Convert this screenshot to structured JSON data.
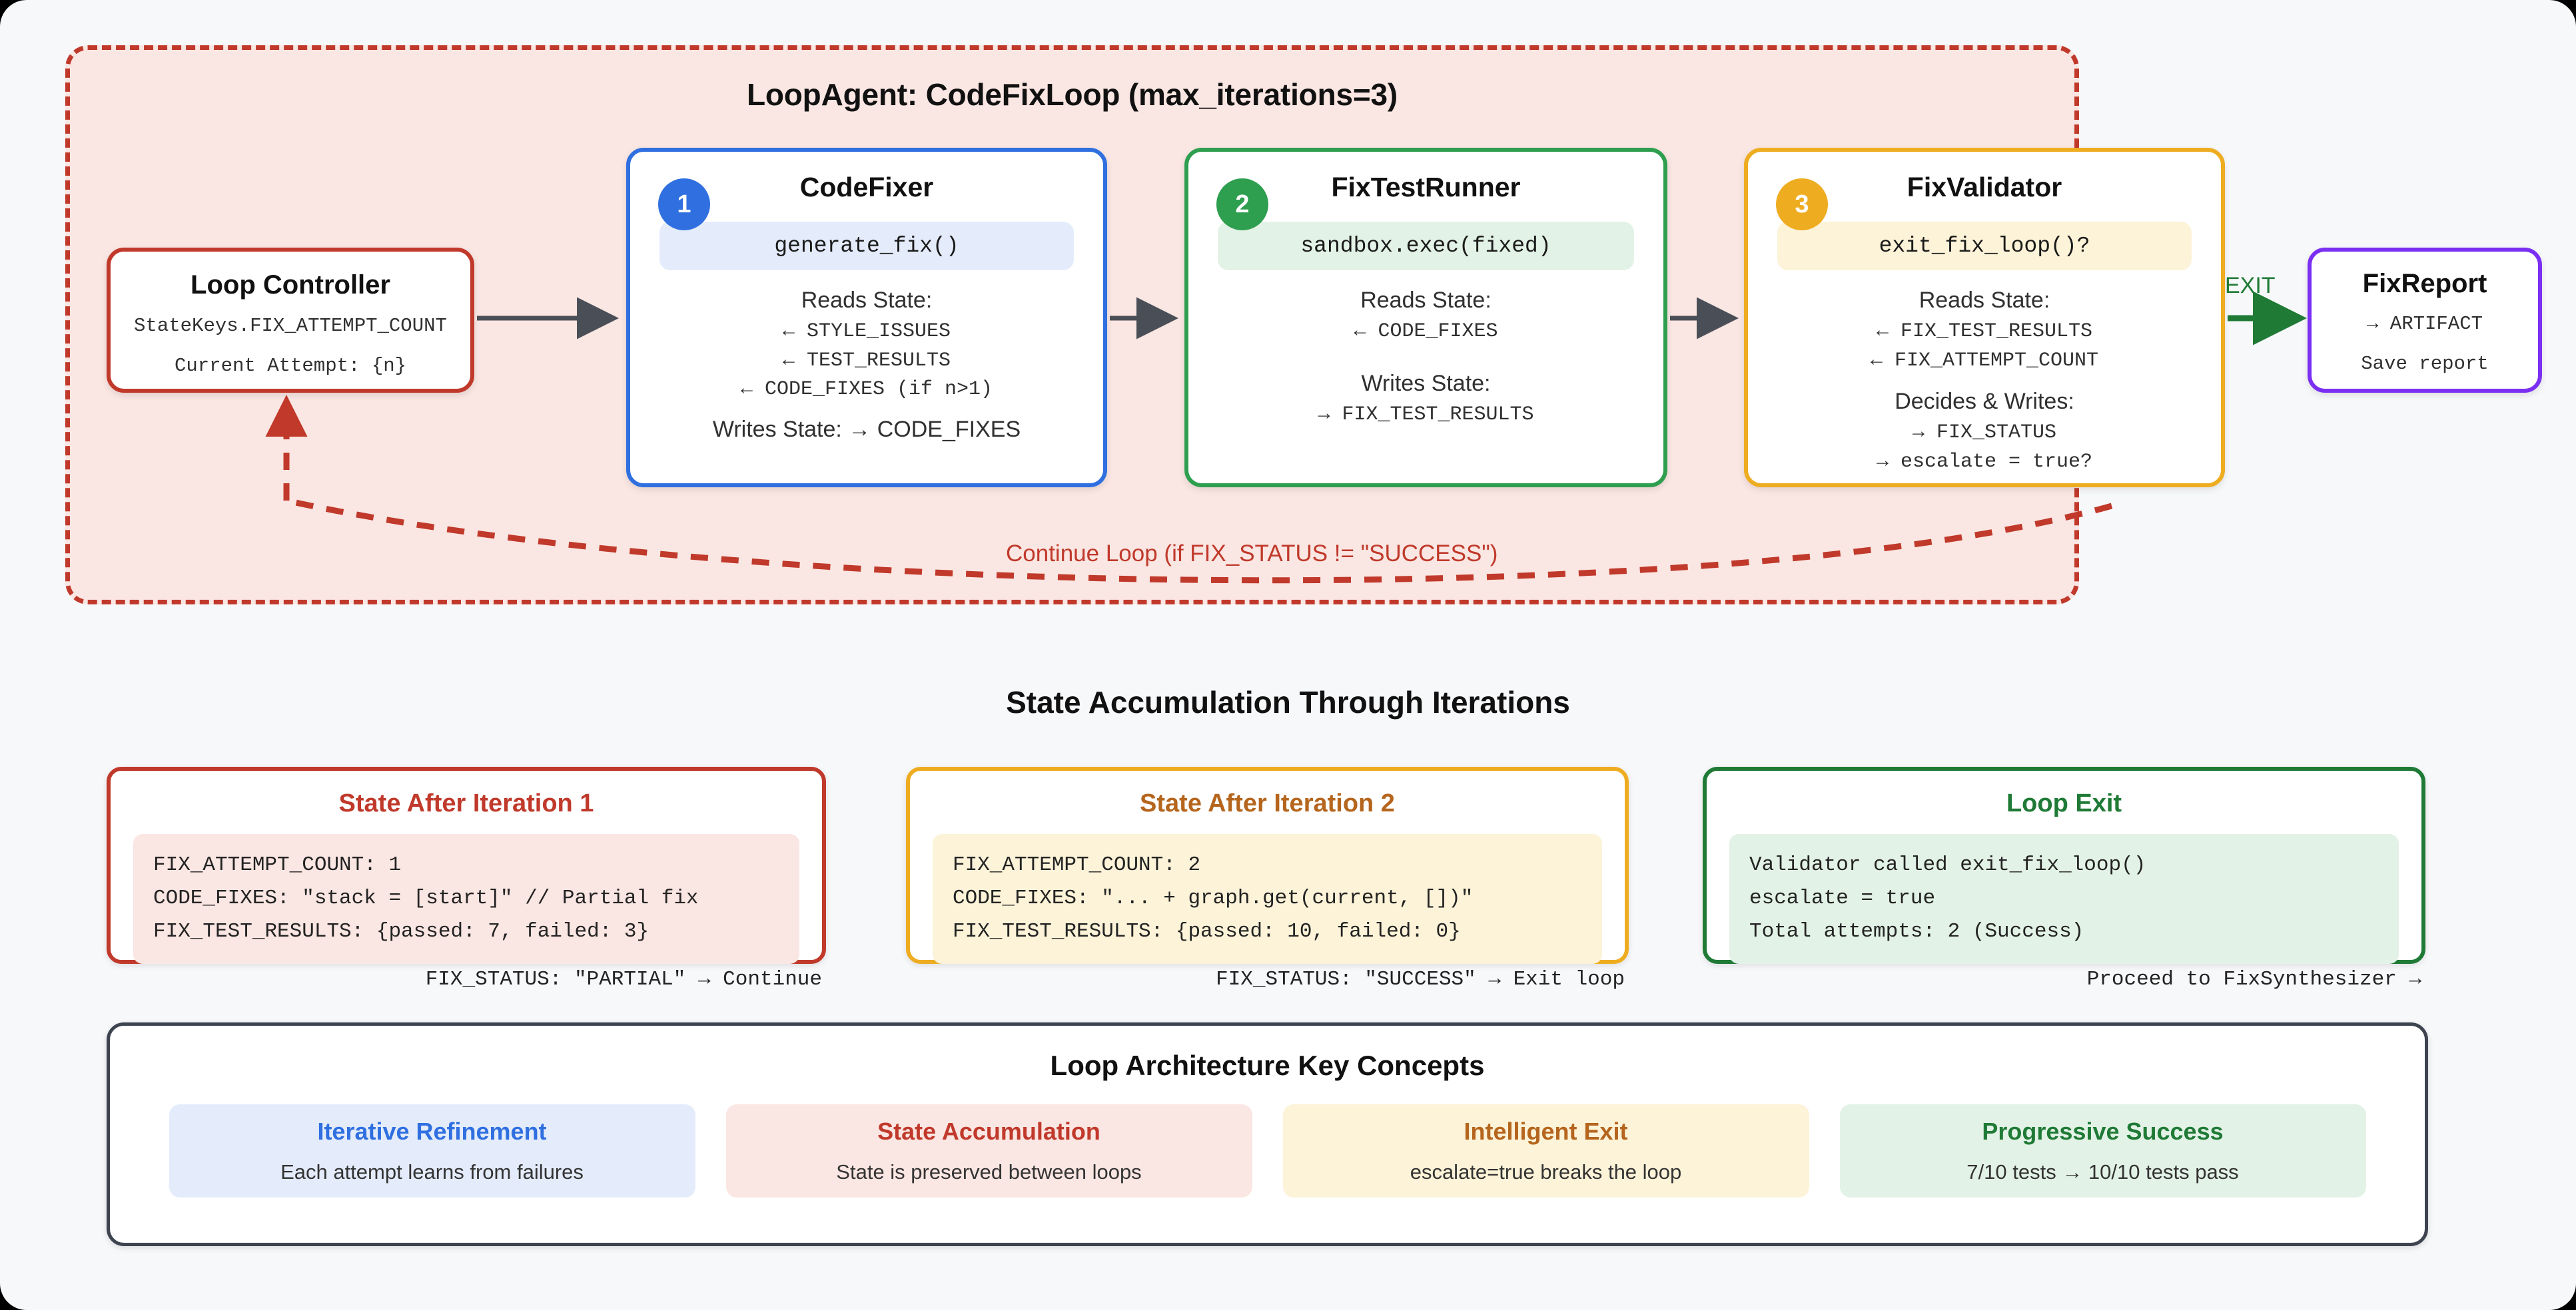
{
  "loop": {
    "title": "LoopAgent: CodeFixLoop (max_iterations=3)",
    "border_color": "#c0392b",
    "fill_color": "#fae6e2"
  },
  "controller": {
    "title": "Loop Controller",
    "line1": "StateKeys.FIX_ATTEMPT_COUNT",
    "line2": "Current Attempt: {n}",
    "color": "#c0392b"
  },
  "agents": [
    {
      "badge": "1",
      "title": "CodeFixer",
      "chip": "generate_fix()",
      "reads_label": "Reads State:",
      "reads": [
        "← STYLE_ISSUES",
        "← TEST_RESULTS",
        "← CODE_FIXES (if n>1)"
      ],
      "writes_inline": "Writes State: → CODE_FIXES",
      "writes_label": "",
      "writes": [],
      "color": "#2f6fe0"
    },
    {
      "badge": "2",
      "title": "FixTestRunner",
      "chip": "sandbox.exec(fixed)",
      "reads_label": "Reads State:",
      "reads": [
        "← CODE_FIXES"
      ],
      "writes_inline": "",
      "writes_label": "Writes State:",
      "writes": [
        "→ FIX_TEST_RESULTS"
      ],
      "color": "#2e9e4f"
    },
    {
      "badge": "3",
      "title": "FixValidator",
      "chip": "exit_fix_loop()?",
      "reads_label": "Reads State:",
      "reads": [
        "← FIX_TEST_RESULTS",
        "← FIX_ATTEMPT_COUNT"
      ],
      "writes_inline": "",
      "writes_label": "Decides & Writes:",
      "writes": [
        "→ FIX_STATUS",
        "→ escalate = true?"
      ],
      "color": "#eeac20"
    }
  ],
  "report": {
    "title": "FixReport",
    "line1": "→ ARTIFACT",
    "line2": "Save report",
    "color": "#7b2ff2"
  },
  "edges": {
    "exit_label": "EXIT",
    "exit_color": "#1f7a36",
    "continue_label": "Continue Loop (if FIX_STATUS != \"SUCCESS\")",
    "continue_color": "#c0392b",
    "arrow_color": "#4a4f57"
  },
  "section_heading": "State Accumulation Through Iterations",
  "state_cards": [
    {
      "title": "State After Iteration 1",
      "lines": [
        "FIX_ATTEMPT_COUNT: 1",
        "CODE_FIXES: \"stack = [start]\" // Partial fix",
        "FIX_TEST_RESULTS: {passed: 7, failed: 3}"
      ],
      "footer": "FIX_STATUS: \"PARTIAL\" → Continue",
      "color": "#c0392b"
    },
    {
      "title": "State After Iteration 2",
      "lines": [
        "FIX_ATTEMPT_COUNT: 2",
        "CODE_FIXES: \"... + graph.get(current, [])\"",
        "FIX_TEST_RESULTS: {passed: 10, failed: 0}"
      ],
      "footer": "FIX_STATUS: \"SUCCESS\" → Exit loop",
      "color": "#b5651d"
    },
    {
      "title": "Loop Exit",
      "lines": [
        "Validator called exit_fix_loop()",
        "escalate = true",
        "Total attempts: 2 (Success)"
      ],
      "footer": "Proceed to FixSynthesizer →",
      "color": "#1f7a36"
    }
  ],
  "concepts": {
    "title": "Loop Architecture Key Concepts",
    "items": [
      {
        "name": "Iterative Refinement",
        "desc": "Each attempt learns from failures"
      },
      {
        "name": "State Accumulation",
        "desc": "State is preserved between loops"
      },
      {
        "name": "Intelligent Exit",
        "desc": "escalate=true breaks the loop"
      },
      {
        "name": "Progressive Success",
        "desc": "7/10 tests → 10/10 tests pass"
      }
    ]
  }
}
